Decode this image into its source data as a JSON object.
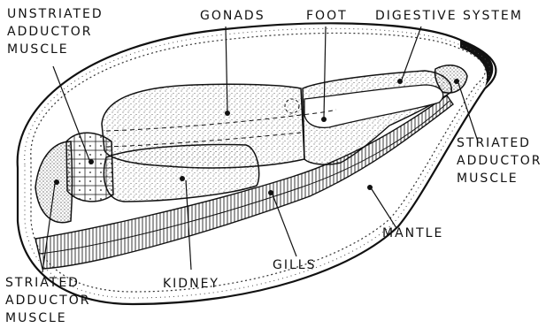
{
  "labels": {
    "unstriated_adductor_muscle": [
      "UNSTRIATED",
      "ADDUCTOR",
      "MUSCLE"
    ],
    "gonads": "GONADS",
    "foot": "FOOT",
    "digestive_system": "DIGESTIVE SYSTEM",
    "striated_adductor_muscle_right": [
      "STRIATED",
      "ADDUCTOR",
      "MUSCLE"
    ],
    "mantle": "MANTLE",
    "gills": "GILLS",
    "kidney": "KIDNEY",
    "striated_adductor_muscle_left": [
      "STRIATED",
      "ADDUCTOR",
      "MUSCLE"
    ]
  },
  "colors": {
    "ink": "#111111",
    "background": "#ffffff"
  }
}
